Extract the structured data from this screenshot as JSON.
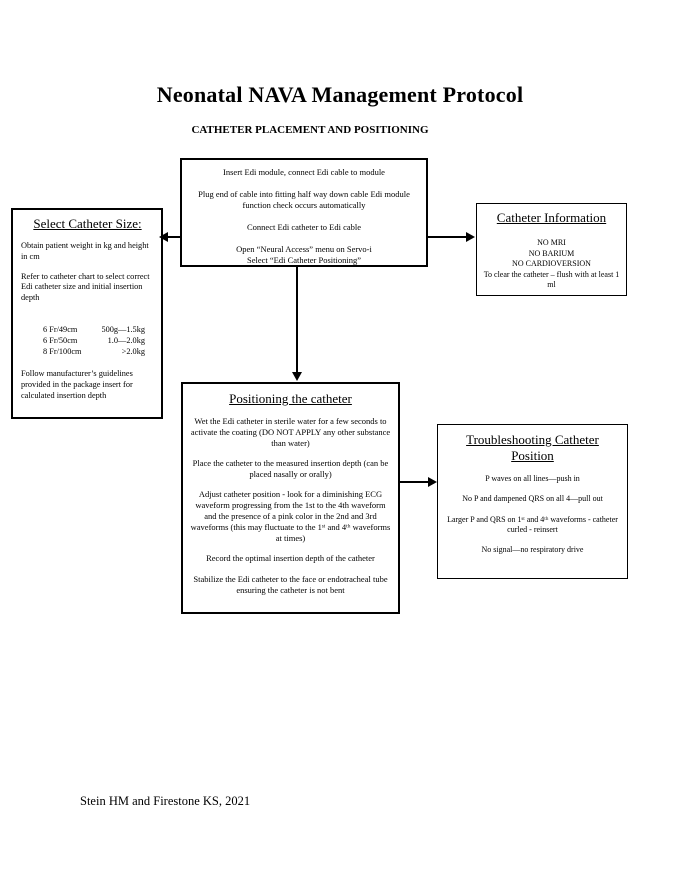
{
  "page": {
    "title": "Neonatal NAVA Management Protocol",
    "subtitle": "CATHETER PLACEMENT AND POSITIONING",
    "footer": "Stein HM and Firestone KS, 2021"
  },
  "setup_box": {
    "paragraphs": [
      "Insert Edi module, connect Edi cable to module",
      "Plug end of cable into fitting half way down cable Edi module function check occurs automatically",
      "Connect Edi catheter to Edi cable"
    ],
    "menu_line_1": "Open “Neural Access” menu on Servo-i",
    "menu_line_2": "Select “Edi Catheter Positioning”"
  },
  "select_box": {
    "title": "Select Catheter Size:",
    "paragraphs": [
      "Obtain patient weight in kg and height in cm",
      "Refer to catheter chart to select correct Edi catheter size and initial insertion depth"
    ],
    "size_rows": [
      {
        "size": "6 Fr/49cm",
        "range": "500g—1.5kg"
      },
      {
        "size": "6 Fr/50cm",
        "range": "1.0—2.0kg"
      },
      {
        "size": "8 Fr/100cm",
        "range": ">2.0kg"
      }
    ],
    "footnote": "Follow manufacturer’s guidelines provided in the package insert for calculated insertion depth"
  },
  "info_box": {
    "title": "Catheter Information",
    "lines": [
      "NO MRI",
      "NO BARIUM",
      "NO CARDIOVERSION",
      "To clear the catheter – flush  with at least 1 ml"
    ]
  },
  "positioning_box": {
    "title": "Positioning the catheter",
    "paragraphs": [
      "Wet the Edi catheter in sterile water for a few seconds to activate the coating (DO NOT APPLY any other substance than water)",
      "Place the catheter to the measured insertion depth (can be placed nasally or orally)",
      "Adjust catheter position - look for a diminishing ECG waveform progressing from the 1st to the 4th waveform and the presence of a pink color in the 2nd and 3rd waveforms (this may fluctuate to the 1ˢᵗ and 4ᵗʰ waveforms at times)",
      "Record the optimal insertion depth of the catheter",
      "Stabilize the Edi catheter to the face or endotracheal tube ensuring the catheter is not bent"
    ]
  },
  "troubleshooting_box": {
    "title_line_1": "Troubleshooting Catheter",
    "title_line_2": "Position",
    "paragraphs": [
      "P waves on all lines—push in",
      "No P and dampened QRS on all 4—pull out",
      "Larger P and QRS on 1ˢᵗ and 4ᵗʰ waveforms  - catheter curled - reinsert",
      "No signal—no respiratory drive"
    ]
  }
}
